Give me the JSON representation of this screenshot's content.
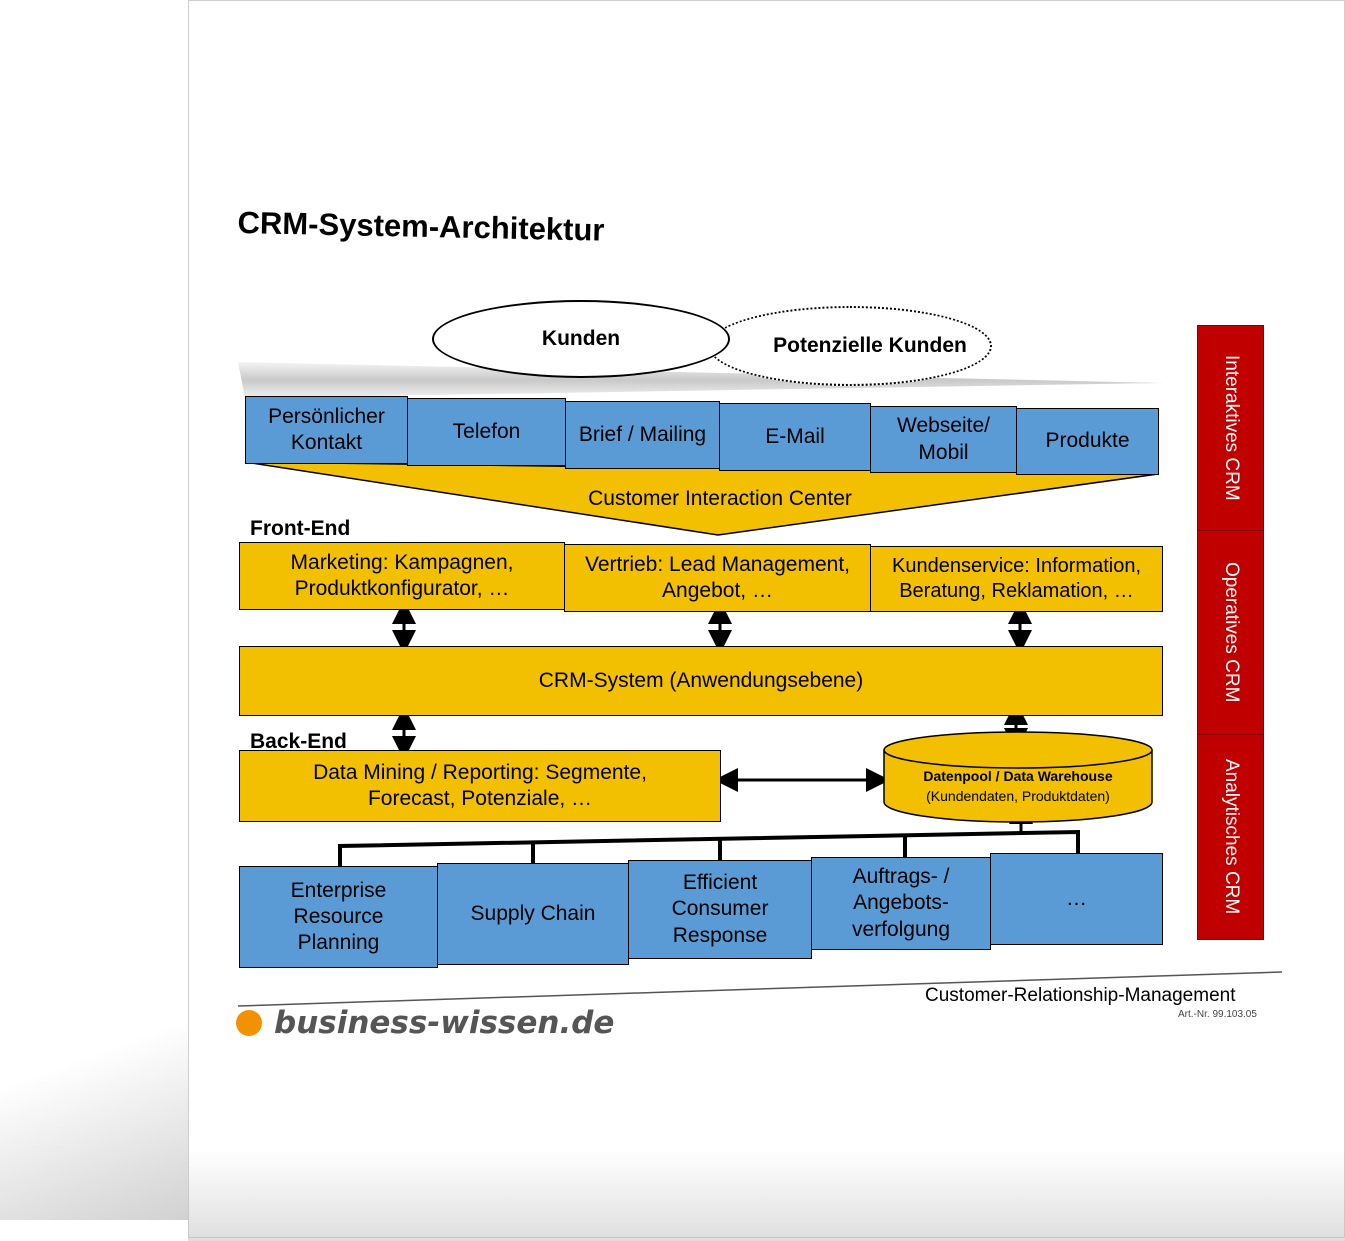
{
  "title": "CRM-System-Architektur",
  "customers": {
    "kunden": "Kunden",
    "potenzielle": "Potenzielle Kunden"
  },
  "channels": [
    "Persönlicher Kontakt",
    "Telefon",
    "Brief / Mailing",
    "E-Mail",
    "Webseite/ Mobil",
    "Produkte"
  ],
  "interaction_center": "Customer Interaction Center",
  "front_end": {
    "label": "Front-End",
    "modules": [
      "Marketing: Kampagnen, Produktkonfigurator, …",
      "Vertrieb: Lead Management, Angebot, …",
      "Kundenservice: Information, Beratung, Reklamation, …"
    ]
  },
  "crm_system": "CRM-System (Anwendungsebene)",
  "back_end": {
    "label": "Back-End",
    "data_mining": "Data Mining / Reporting: Segmente, Forecast, Potenziale, …",
    "datenpool_title": "Datenpool / Data Warehouse",
    "datenpool_sub": "(Kundendaten, Produktdaten)"
  },
  "systems": [
    "Enterprise Resource Planning",
    "Supply Chain",
    "Efficient Consumer Response",
    "Auftrags- / Angebots-verfolgung",
    "…"
  ],
  "crm_types": [
    "Interaktives CRM",
    "Operatives CRM",
    "Analytisches CRM"
  ],
  "footer": {
    "logo": "business-wissen.de",
    "subject": "Customer-Relationship-Management",
    "article": "Art.-Nr. 99.103.05"
  },
  "colors": {
    "blue": "#5b9bd5",
    "gold": "#f2c000",
    "red": "#c00000",
    "orange": "#f39200"
  }
}
